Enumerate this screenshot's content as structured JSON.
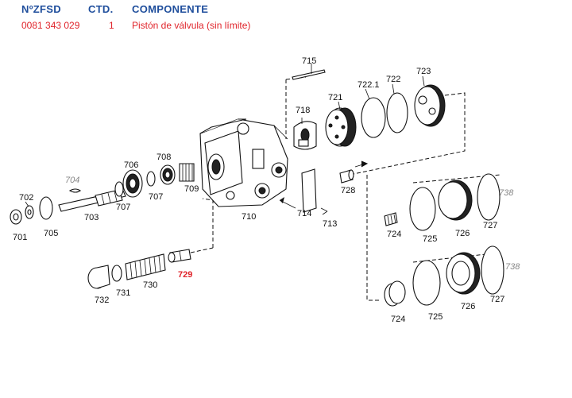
{
  "header": {
    "col_code": "NºZFSD",
    "col_qty": "CTD.",
    "col_component": "COMPONENTE"
  },
  "item": {
    "code": "0081 343 029",
    "qty": "1",
    "name": "Pistón de válvula (sin límite)"
  },
  "labels": {
    "l701": "701",
    "l702": "702",
    "l703": "703",
    "l704": "704",
    "l705": "705",
    "l706": "706",
    "l707a": "707",
    "l707b": "707",
    "l708": "708",
    "l709": "709",
    "l710": "710",
    "l713": "713",
    "l714": "714",
    "l715": "715",
    "l718": "718",
    "l721": "721",
    "l7221": "722.1",
    "l722": "722",
    "l723": "723",
    "l724a": "724",
    "l725a": "725",
    "l726a": "726",
    "l727a": "727",
    "l738a": "738",
    "l724b": "724",
    "l725b": "725",
    "l726b": "726",
    "l727b": "727",
    "l738b": "738",
    "l728": "728",
    "l729": "729",
    "l730": "730",
    "l731": "731",
    "l732": "732"
  },
  "colors": {
    "header_blue": "#1f4e9c",
    "highlight_red": "#e0242b"
  }
}
